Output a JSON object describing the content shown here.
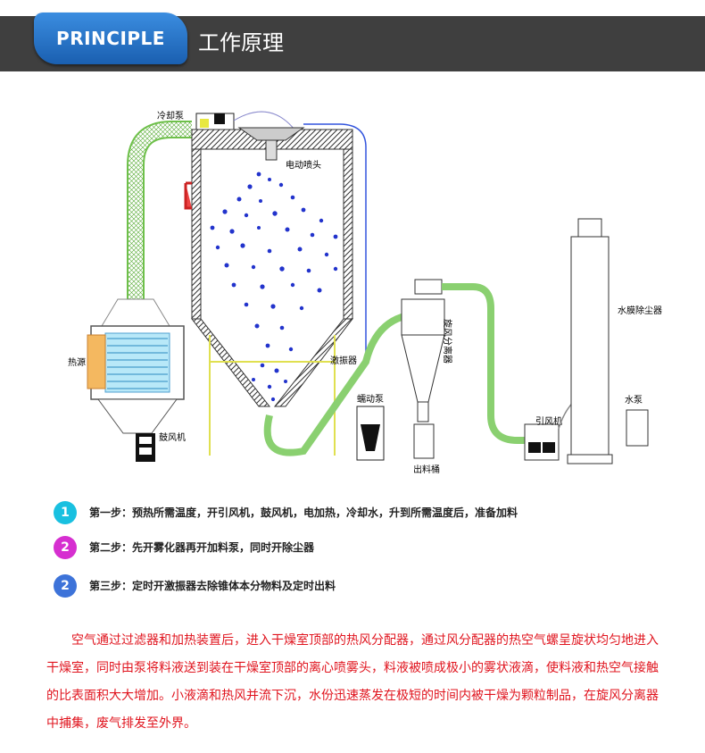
{
  "header": {
    "badge": "PRINCIPLE",
    "title": "工作原理"
  },
  "diagram": {
    "labels": {
      "cooling_pump": "冷却泵",
      "electric_nozzle": "电动喷头",
      "heat_source": "热源",
      "blower": "鼓风机",
      "vibrator": "激振器",
      "peristaltic_pump": "蠕动泵",
      "cyclone": "旋风分离器",
      "discharge_bucket": "出料桶",
      "induced_fan": "引风机",
      "water_film_dust_remover": "水膜除尘器",
      "water_pump": "水泵"
    }
  },
  "steps": [
    {
      "num": "1",
      "color": "#19c0e0",
      "text": "第一步：预热所需温度，开引风机，鼓风机，电加热，冷却水，升到所需温度后，准备加料"
    },
    {
      "num": "2",
      "color": "#d62fd0",
      "text": "第二步：先开雾化器再开加料泵，同时开除尘器"
    },
    {
      "num": "2",
      "color": "#3d73d9",
      "text": "第三步：定时开激振器去除锥体本分物料及定时出料"
    }
  ],
  "description": "空气通过过滤器和加热装置后，进入干燥室顶部的热风分配器，通过风分配器的热空气螺呈旋状均匀地进入干燥室，同时由泵将料液送到装在干燥室顶部的离心喷雾头，料液被喷成极小的雾状液滴，使料液和热空气接触的比表面积大大增加。小液滴和热风并流下沉，水份迅速蒸发在极短的时间内被干燥为颗粒制品，在旋风分离器中捕集，废气排发至外界。"
}
